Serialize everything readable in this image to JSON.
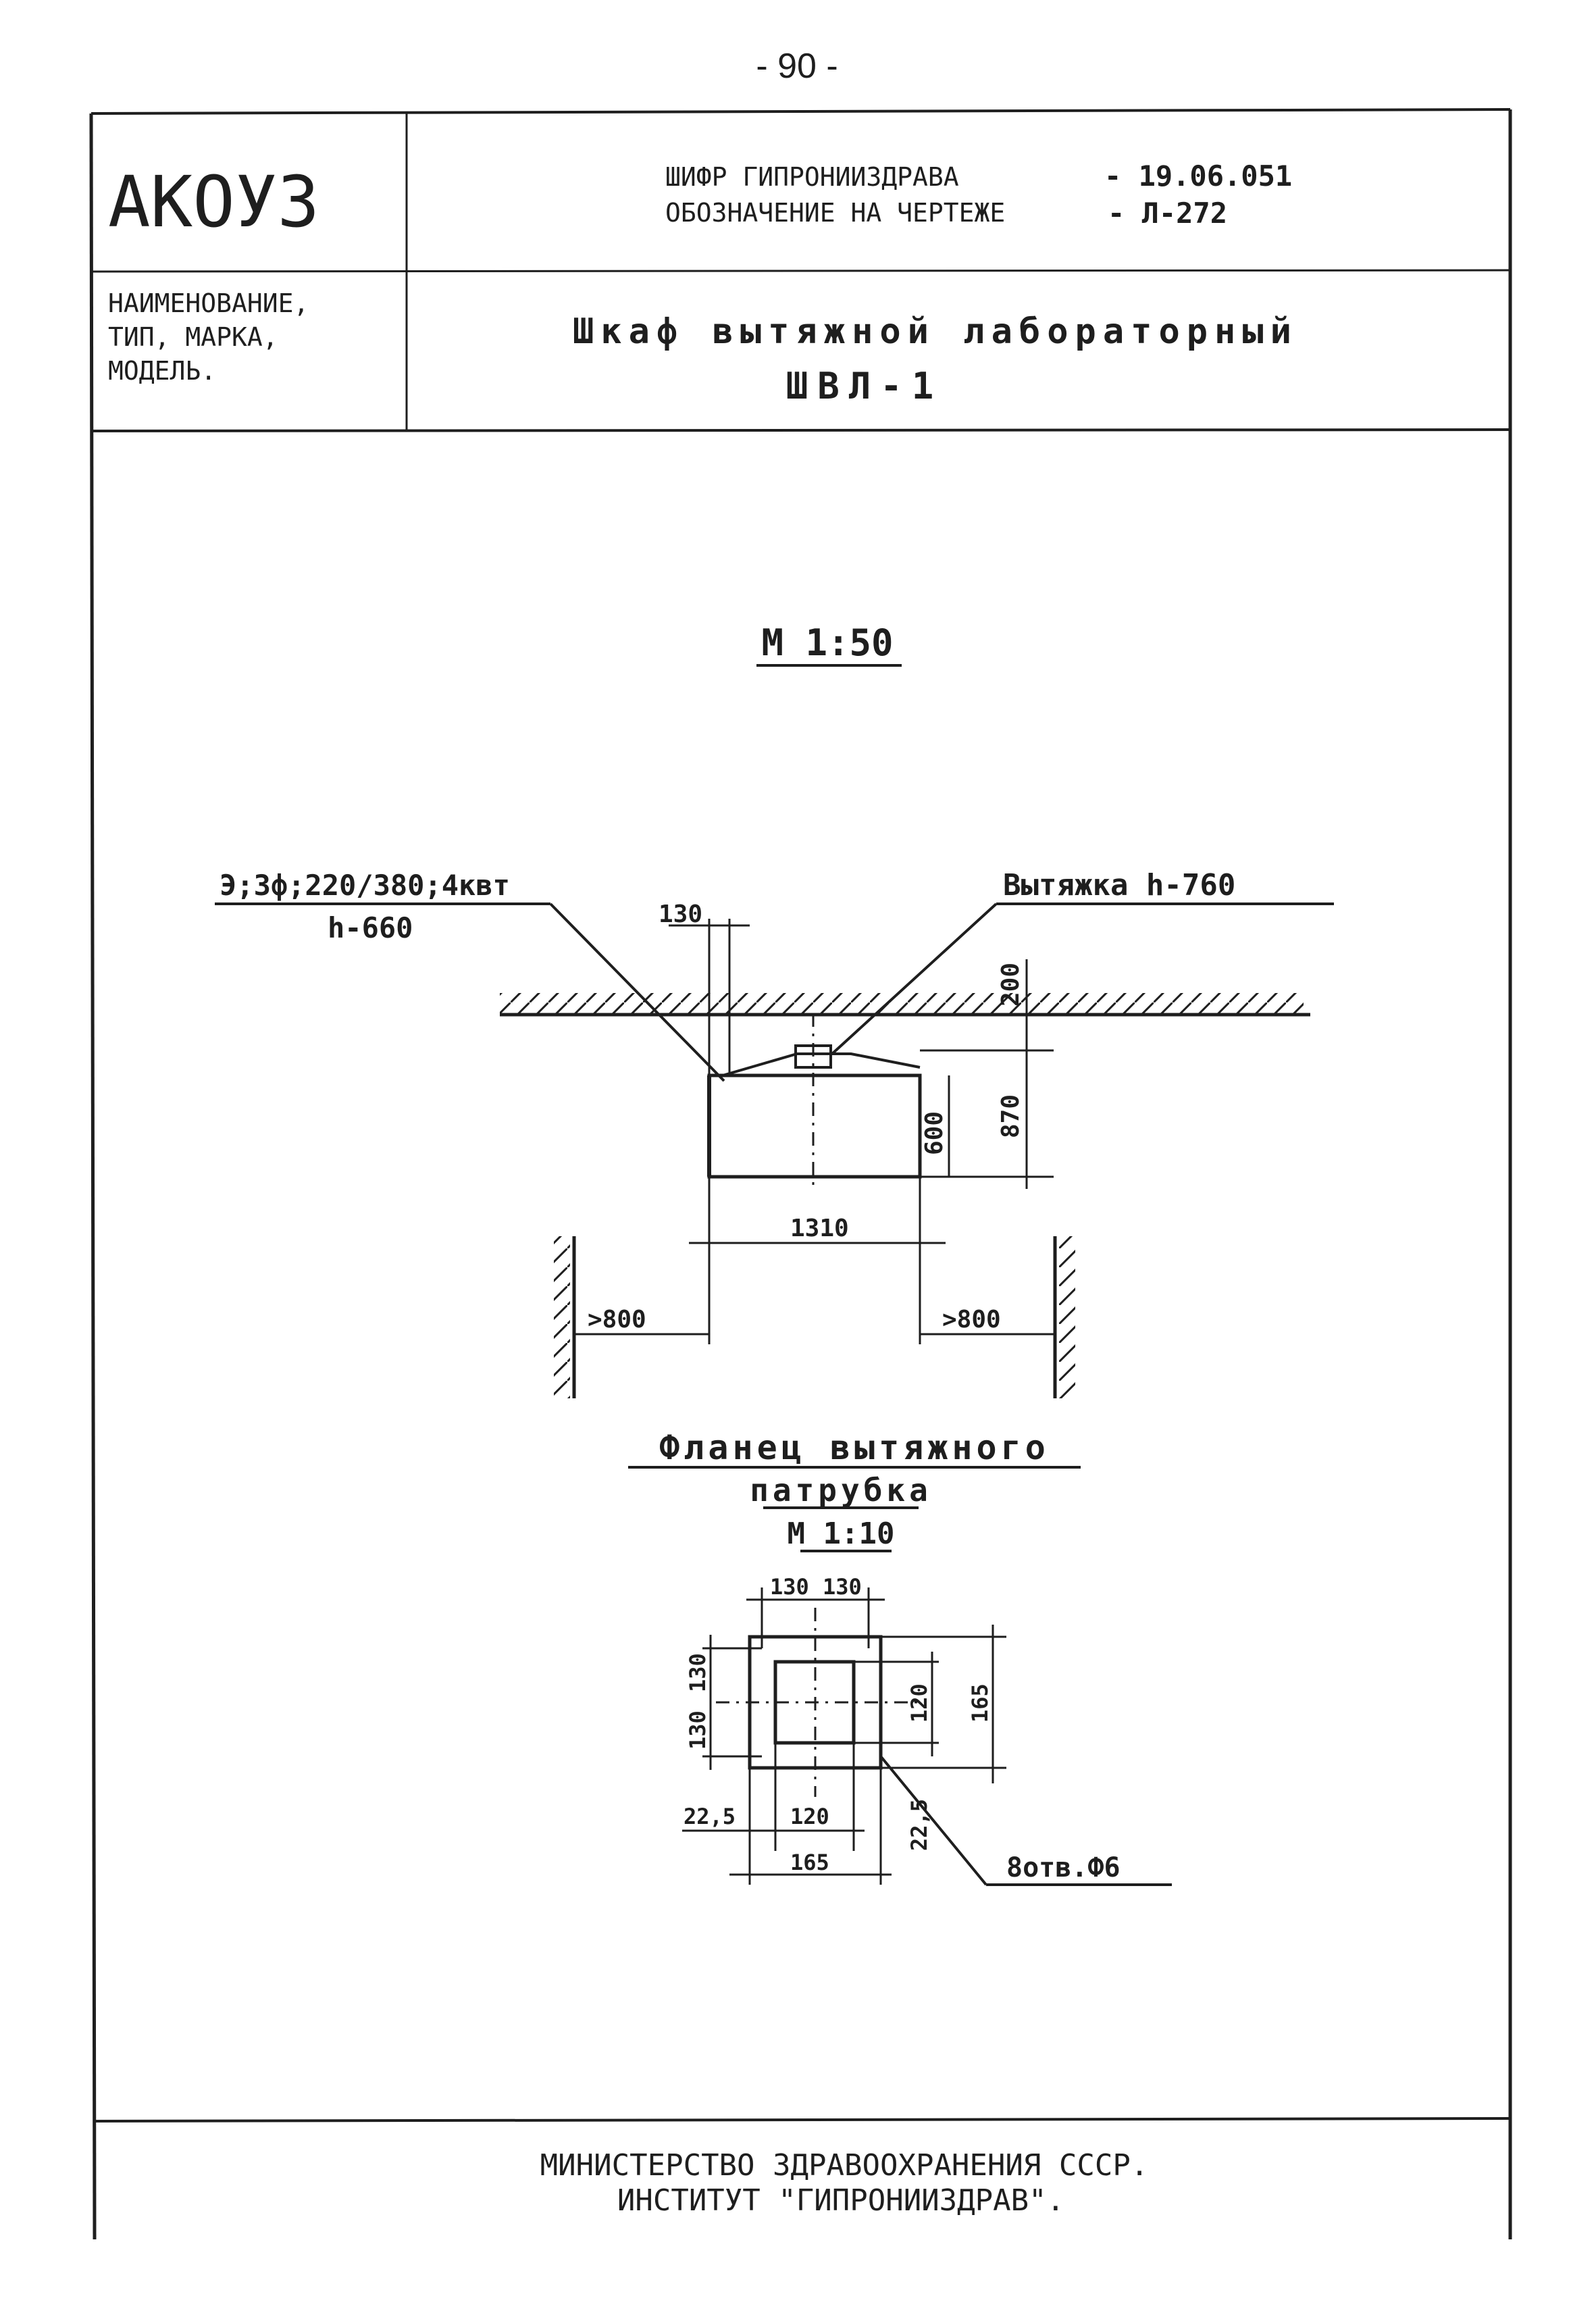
{
  "page_number": "- 90 -",
  "stamp": {
    "logo_text": "АКОУЗ",
    "cipher_label": "ШИФР ГИПРОНИИЗДРАВА",
    "cipher_value": "- 19.06.051",
    "designation_label": "ОБОЗНАЧЕНИЕ НА ЧЕРТЕЖЕ",
    "designation_value": "- Л-272",
    "name_label_line1": "НАИМЕНОВАНИЕ,",
    "name_label_line2": "ТИП, МАРКА,",
    "name_label_line3": "МОДЕЛЬ.",
    "title_line1": "Шкаф вытяжной лабораторный",
    "title_line2": "ШВЛ-1"
  },
  "plan": {
    "scale": "М 1:50",
    "power_label": "Э;3ф;220/380;4квт",
    "power_height": "h-660",
    "exhaust_label": "Вытяжка h-760",
    "dim_130": "130",
    "dim_200": "200",
    "dim_600": "600",
    "dim_870": "870",
    "dim_1310": "1310",
    "dim_800_left": ">800",
    "dim_800_right": ">800"
  },
  "flange": {
    "title_line1": "Фланец вытяжного",
    "title_line2": "патрубка",
    "scale": "М 1:10",
    "dim_top_left": "130",
    "dim_top_right": "130",
    "dim_left_upper": "130",
    "dim_left_lower": "130",
    "dim_inner_v": "120",
    "dim_outer_v": "165",
    "dim_22_5_h": "22,5",
    "dim_inner_h": "120",
    "dim_outer_h": "165",
    "dim_22_5_v": "22,5",
    "hole_label": "8отв.Ф6"
  },
  "footer": {
    "line1": "МИНИСТЕРСТВО ЗДРАВООХРАНЕНИЯ СССР.",
    "line2": "ИНСТИТУТ \"ГИПРОНИИЗДРАВ\"."
  }
}
